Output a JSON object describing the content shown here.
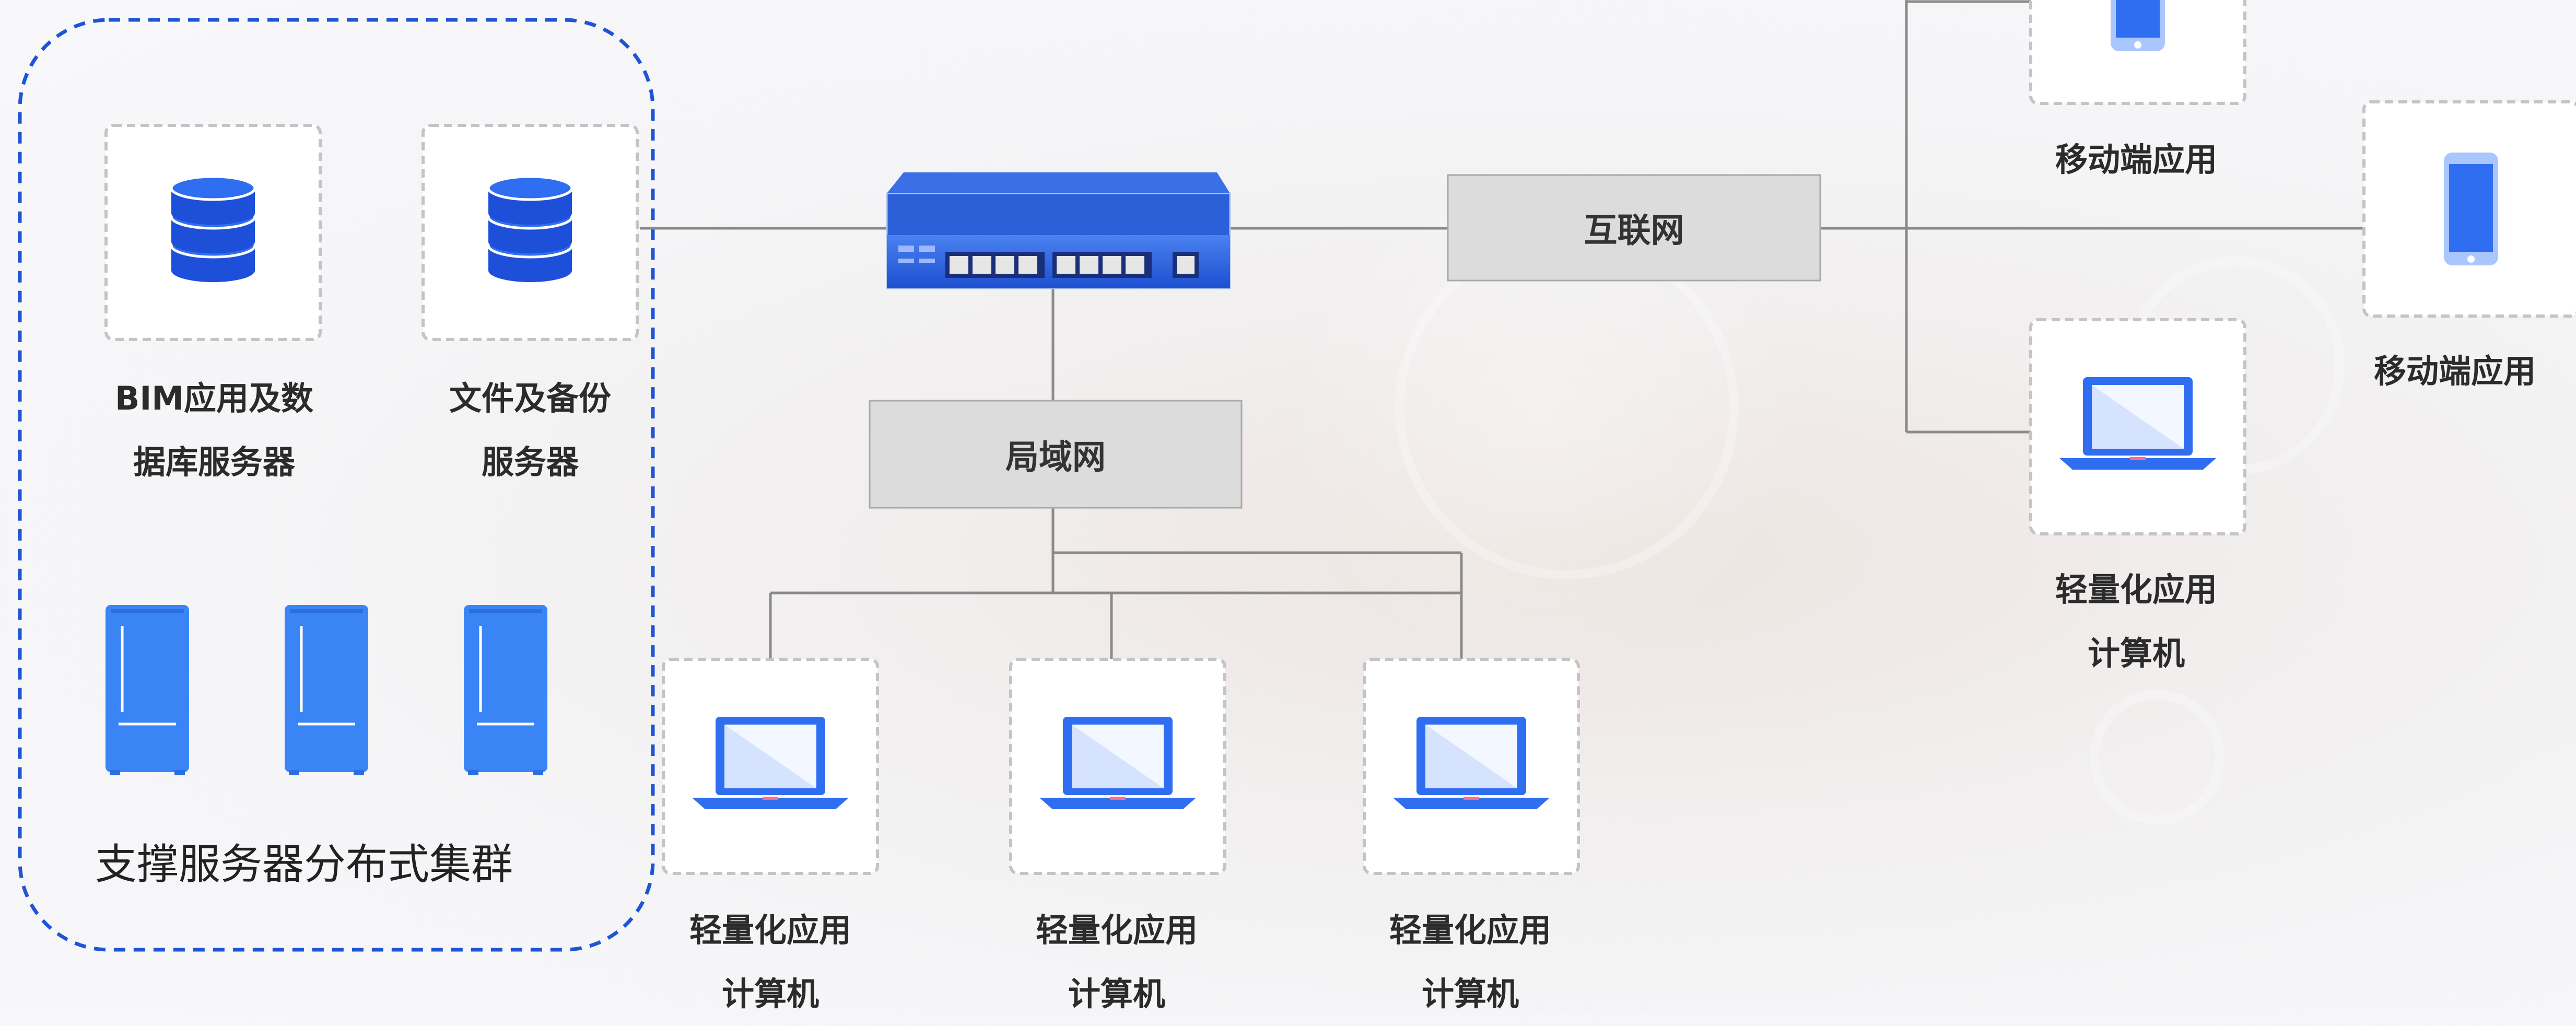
{
  "cluster": {
    "label": "支撑服务器分布式集群",
    "border_color": "#1f54d6"
  },
  "servers": [
    {
      "line1": "BIM应用及数",
      "line2": "据库服务器",
      "icon": "database-icon"
    },
    {
      "line1": "文件及备份",
      "line2": "服务器",
      "icon": "database-icon"
    }
  ],
  "network": {
    "lan_label": "局域网",
    "internet_label": "互联网",
    "switch_icon": "network-switch-icon"
  },
  "lan_clients": [
    {
      "line1": "轻量化应用",
      "line2": "计算机",
      "icon": "laptop-icon"
    },
    {
      "line1": "轻量化应用",
      "line2": "计算机",
      "icon": "laptop-icon"
    },
    {
      "line1": "轻量化应用",
      "line2": "计算机",
      "icon": "laptop-icon"
    }
  ],
  "internet_clients": [
    {
      "label": "移动端应用",
      "icon": "phone-icon"
    },
    {
      "label": "移动端应用",
      "icon": "phone-icon"
    },
    {
      "line1": "轻量化应用",
      "line2": "计算机",
      "icon": "laptop-icon"
    }
  ],
  "colors": {
    "icon_blue": "#2f6ef0",
    "icon_dark_blue": "#1d4fd8",
    "line": "#8a8a8a",
    "box_fill": "#dcdcdc"
  }
}
